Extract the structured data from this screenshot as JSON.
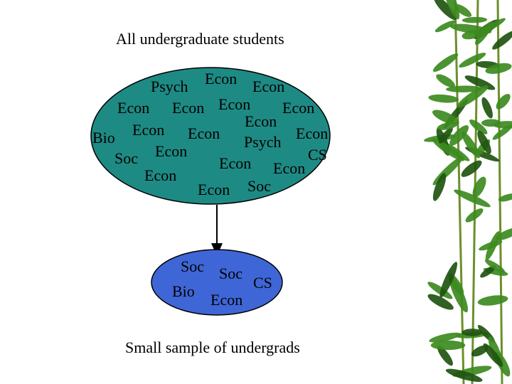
{
  "title": "All undergraduate students",
  "caption": "Small sample of undergrads",
  "colors": {
    "population_fill": "#1e8a84",
    "sample_fill": "#3f66d6",
    "outline": "#000000",
    "bamboo_leaf": "#3d8a1f",
    "bamboo_leaf_dark": "#1f5410",
    "bamboo_stem": "#6b8f2a"
  },
  "population": {
    "words": [
      "Psych",
      "Econ",
      "Econ",
      "Econ",
      "Econ",
      "Econ",
      "Econ",
      "Econ",
      "Econ",
      "Bio",
      "Econ",
      "Psych",
      "Econ",
      "Soc",
      "Econ",
      "CS",
      "Econ",
      "Econ",
      "Econ",
      "Econ",
      "Soc"
    ]
  },
  "sample": {
    "words": [
      "Soc",
      "Soc",
      "CS",
      "Bio",
      "Econ"
    ]
  },
  "decoration": {
    "border_image": "bamboo-border"
  }
}
